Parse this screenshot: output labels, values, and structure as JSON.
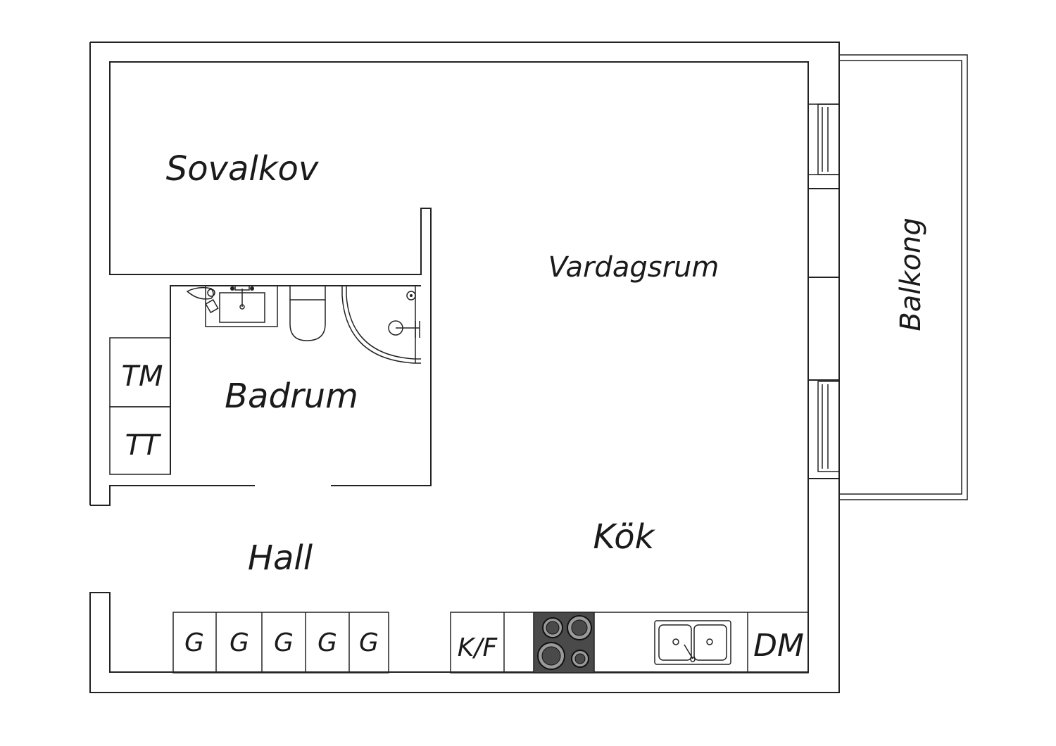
{
  "rooms": {
    "sovalkov": "Sovalkov",
    "vardagsrum": "Vardagsrum",
    "badrum": "Badrum",
    "hall": "Hall",
    "kok": "Kök",
    "balkong": "Balkong"
  },
  "closets": {
    "tm": "TM",
    "tt": "TT"
  },
  "cabinets": {
    "wardrobes": [
      "G",
      "G",
      "G",
      "G",
      "G"
    ],
    "fridge": "K/F",
    "dishwasher": "DM"
  },
  "colors": {
    "line": "#222222",
    "stove": "#4a4a4a",
    "background": "#ffffff"
  }
}
